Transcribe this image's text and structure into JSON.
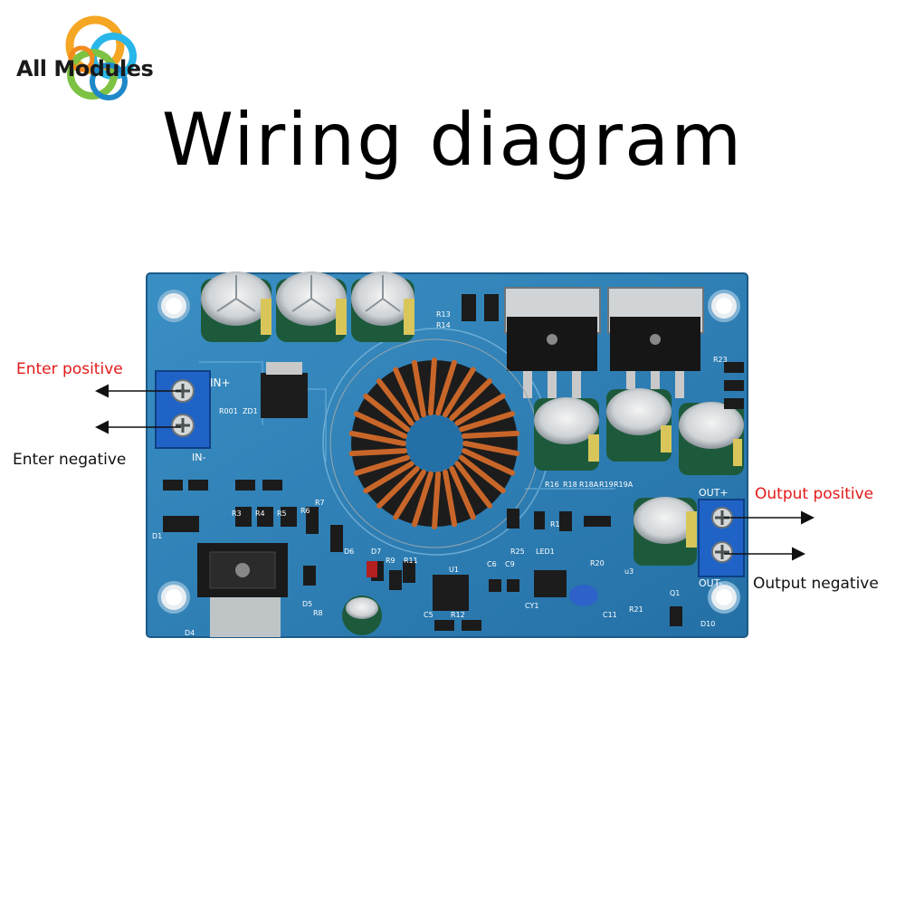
{
  "brand": {
    "name": "All Modules"
  },
  "title": "Wiring diagram",
  "labels": {
    "input_positive": "Enter positive",
    "input_negative": "Enter negative",
    "output_positive": "Output positive",
    "output_negative": "Output negative"
  },
  "board_text": {
    "in_plus": "IN+",
    "in_minus": "IN-",
    "out_plus": "OUT+",
    "out_minus": "OUT-",
    "r001": "R001",
    "zd1": "ZD1",
    "r3": "R3",
    "r4": "R4",
    "r5": "R5",
    "r6": "R6",
    "r7": "R7",
    "r9": "R9",
    "r11": "R11",
    "r12": "R12",
    "r13": "R13",
    "r14": "R14",
    "r16": "R16",
    "r18": "R18",
    "r18a": "R18A",
    "r19": "R19",
    "r19a": "R19A",
    "r20": "R20",
    "r21": "R21",
    "r23": "R23",
    "r25": "R25",
    "r1": "R1",
    "r8": "R8",
    "u1": "U1",
    "u3": "u3",
    "d1": "D1",
    "d4": "D4",
    "d5": "D5",
    "d6": "D6",
    "d7": "D7",
    "d10": "D10",
    "c5": "C5",
    "c6": "C6",
    "c9": "C9",
    "c11": "C11",
    "cy1": "CY1",
    "led1": "LED1",
    "q1": "Q1"
  },
  "colors": {
    "label_red": "#e21a1a",
    "pcb_blue": "#2a7db5",
    "terminal_blue": "#1f63c6",
    "copper": "#c8662a"
  }
}
